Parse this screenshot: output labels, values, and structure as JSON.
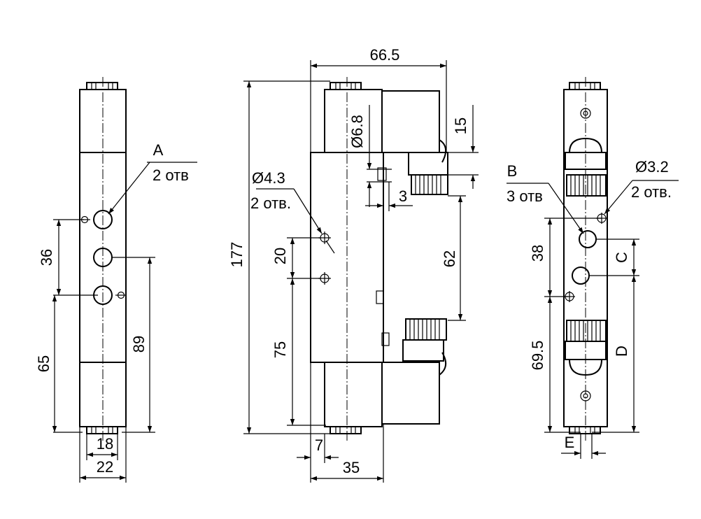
{
  "colors": {
    "line": "#000000",
    "background": "#ffffff"
  },
  "left_view": {
    "dim_36": "36",
    "dim_65": "65",
    "dim_89": "89",
    "dim_18": "18",
    "dim_22": "22",
    "label_a": "A",
    "label_a_sub": "2 отв"
  },
  "front_view": {
    "dim_66_5": "66.5",
    "dim_177": "177",
    "dim_6_8": "Ø6.8",
    "dim_15": "15",
    "dim_3": "3",
    "dim_4_3": "Ø4.3",
    "dim_4_3_sub": "2 отв.",
    "dim_20": "20",
    "dim_62": "62",
    "dim_75": "75",
    "dim_7": "7",
    "dim_35": "35"
  },
  "right_view": {
    "label_b": "B",
    "label_b_sub": "3 отв",
    "dim_3_2": "Ø3.2",
    "dim_3_2_sub": "2 отв.",
    "dim_38": "38",
    "label_c": "C",
    "dim_69_5": "69.5",
    "label_d": "D",
    "label_e": "E"
  }
}
